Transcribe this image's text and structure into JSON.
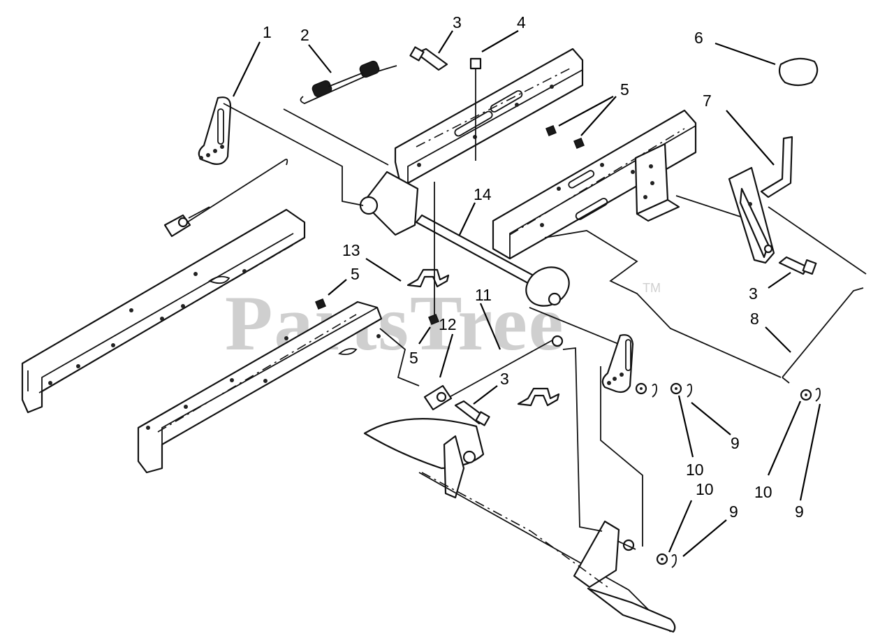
{
  "watermark": {
    "text": "PartsTree",
    "trademark": "TM"
  },
  "callouts": [
    {
      "id": "c1",
      "label": "1"
    },
    {
      "id": "c2",
      "label": "2"
    },
    {
      "id": "c3a",
      "label": "3"
    },
    {
      "id": "c4",
      "label": "4"
    },
    {
      "id": "c5a",
      "label": "5"
    },
    {
      "id": "c6",
      "label": "6"
    },
    {
      "id": "c7",
      "label": "7"
    },
    {
      "id": "c14",
      "label": "14"
    },
    {
      "id": "c13",
      "label": "13"
    },
    {
      "id": "c5b",
      "label": "5"
    },
    {
      "id": "c11",
      "label": "11"
    },
    {
      "id": "c12",
      "label": "12"
    },
    {
      "id": "c5c",
      "label": "5"
    },
    {
      "id": "c3b",
      "label": "3"
    },
    {
      "id": "c3c",
      "label": "3"
    },
    {
      "id": "c8",
      "label": "8"
    },
    {
      "id": "c9a",
      "label": "9"
    },
    {
      "id": "c10a",
      "label": "10"
    },
    {
      "id": "c10b",
      "label": "10"
    },
    {
      "id": "c9b",
      "label": "9"
    },
    {
      "id": "c10c",
      "label": "10"
    },
    {
      "id": "c9c",
      "label": "9"
    }
  ]
}
